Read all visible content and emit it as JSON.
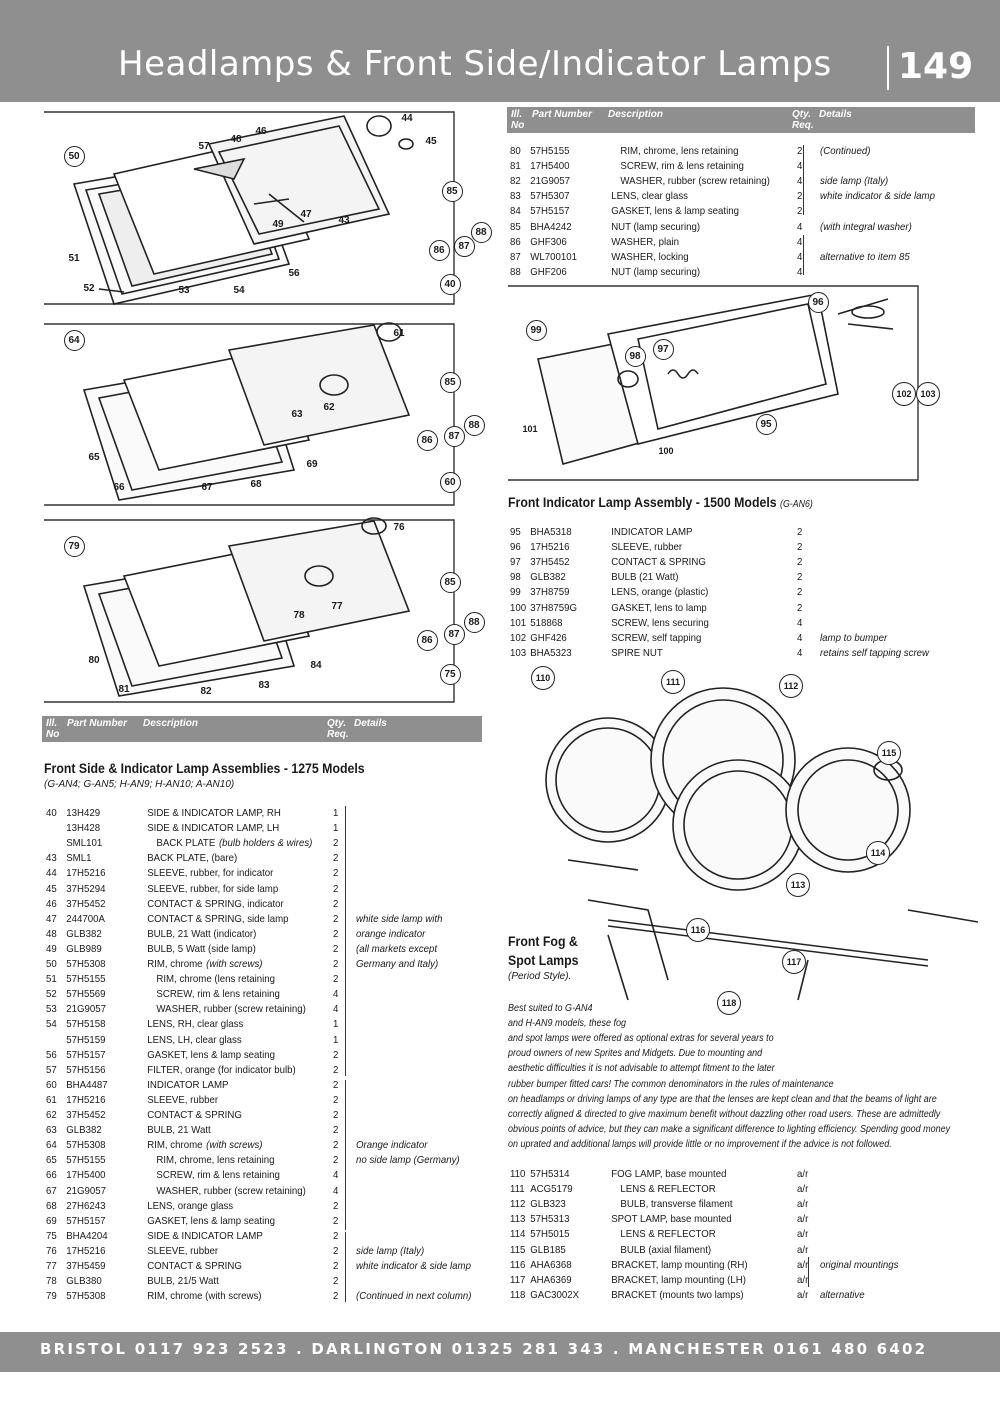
{
  "header": {
    "title": "Headlamps & Front Side/Indicator Lamps",
    "page_number": "149"
  },
  "footer": {
    "text": "BRISTOL 0117 923 2523 . DARLINGTON 01325 281 343 . MANCHESTER 0161 480 6402"
  },
  "table_header": {
    "ill_no": "Ill. No",
    "part_number": "Part Number",
    "description": "Description",
    "qty": "Qty. Req.",
    "details": "Details"
  },
  "diagram1": {
    "callouts": [
      "50",
      "57",
      "48",
      "46",
      "44",
      "45",
      "85",
      "49",
      "47",
      "43",
      "88",
      "87",
      "86",
      "51",
      "56",
      "52",
      "53",
      "54",
      "40"
    ]
  },
  "diagram2": {
    "callouts": [
      "64",
      "61",
      "85",
      "63",
      "62",
      "88",
      "87",
      "86",
      "65",
      "69",
      "66",
      "67",
      "68",
      "60"
    ]
  },
  "diagram3": {
    "callouts": [
      "79",
      "76",
      "85",
      "77",
      "78",
      "88",
      "87",
      "86",
      "80",
      "84",
      "81",
      "82",
      "83",
      "75"
    ]
  },
  "diagram4": {
    "callouts": [
      "96",
      "99",
      "97",
      "98",
      "102",
      "103",
      "101",
      "100",
      "95"
    ]
  },
  "diagram5": {
    "callouts": [
      "110",
      "111",
      "112",
      "115",
      "114",
      "113",
      "116",
      "117",
      "118"
    ]
  },
  "section_1275": {
    "title": "Front Side & Indicator Lamp Assemblies - 1275 Models",
    "subtitle": "(G-AN4; G-AN5; H-AN9; H-AN10; A-AN10)",
    "rows": [
      {
        "no": "40",
        "part": "13H429",
        "desc": "SIDE & INDICATOR LAMP, RH",
        "qty": "1",
        "det": ""
      },
      {
        "no": "",
        "part": "13H428",
        "desc": "SIDE & INDICATOR LAMP, LH",
        "qty": "1",
        "det": ""
      },
      {
        "no": "",
        "part": "SML101",
        "desc": "BACK PLATE",
        "desc_note": "(bulb holders & wires)",
        "qty": "2",
        "det": "",
        "indent": true
      },
      {
        "no": "43",
        "part": "SML1",
        "desc": "BACK PLATE, (bare)",
        "qty": "2",
        "det": ""
      },
      {
        "no": "44",
        "part": "17H5216",
        "desc": "SLEEVE, rubber, for indicator",
        "qty": "2",
        "det": ""
      },
      {
        "no": "45",
        "part": "37H5294",
        "desc": "SLEEVE, rubber, for side lamp",
        "qty": "2",
        "det": ""
      },
      {
        "no": "46",
        "part": "37H5452",
        "desc": "CONTACT & SPRING, indicator",
        "qty": "2",
        "det": ""
      },
      {
        "no": "47",
        "part": "244700A",
        "desc": "CONTACT & SPRING, side lamp",
        "qty": "2",
        "det": "white side lamp with"
      },
      {
        "no": "48",
        "part": "GLB382",
        "desc": "BULB, 21 Watt (indicator)",
        "qty": "2",
        "det": "orange indicator"
      },
      {
        "no": "49",
        "part": "GLB989",
        "desc": "BULB, 5 Watt (side lamp)",
        "qty": "2",
        "det": "(all markets except"
      },
      {
        "no": "50",
        "part": "57H5308",
        "desc": "RIM, chrome",
        "desc_note": "(with screws)",
        "qty": "2",
        "det": "Germany and Italy)"
      },
      {
        "no": "51",
        "part": "57H5155",
        "desc": "RIM, chrome (lens retaining",
        "qty": "2",
        "det": "",
        "indent": true
      },
      {
        "no": "52",
        "part": "57H5569",
        "desc": "SCREW, rim & lens retaining",
        "qty": "4",
        "det": "",
        "indent": true
      },
      {
        "no": "53",
        "part": "21G9057",
        "desc": "WASHER, rubber (screw retaining)",
        "qty": "4",
        "det": "",
        "indent": true
      },
      {
        "no": "54",
        "part": "57H5158",
        "desc": "LENS, RH, clear glass",
        "qty": "1",
        "det": ""
      },
      {
        "no": "",
        "part": "57H5159",
        "desc": "LENS, LH, clear glass",
        "qty": "1",
        "det": ""
      },
      {
        "no": "56",
        "part": "57H5157",
        "desc": "GASKET, lens & lamp seating",
        "qty": "2",
        "det": ""
      },
      {
        "no": "57",
        "part": "57H5156",
        "desc": "FILTER, orange (for indicator bulb)",
        "qty": "2",
        "det": ""
      },
      {
        "no": "60",
        "part": "BHA4487",
        "desc": "INDICATOR LAMP",
        "qty": "2",
        "det": ""
      },
      {
        "no": "61",
        "part": "17H5216",
        "desc": "SLEEVE, rubber",
        "qty": "2",
        "det": ""
      },
      {
        "no": "62",
        "part": "37H5452",
        "desc": "CONTACT & SPRING",
        "qty": "2",
        "det": ""
      },
      {
        "no": "63",
        "part": "GLB382",
        "desc": "BULB, 21 Watt",
        "qty": "2",
        "det": ""
      },
      {
        "no": "64",
        "part": "57H5308",
        "desc": "RIM, chrome",
        "desc_note": "(with screws)",
        "qty": "2",
        "det": "Orange indicator"
      },
      {
        "no": "65",
        "part": "57H5155",
        "desc": "RIM, chrome, lens retaining",
        "qty": "2",
        "det": "no side lamp (Germany)",
        "indent": true
      },
      {
        "no": "66",
        "part": "17H5400",
        "desc": "SCREW, rim & lens retaining",
        "qty": "4",
        "det": "",
        "indent": true
      },
      {
        "no": "67",
        "part": "21G9057",
        "desc": "WASHER, rubber (screw retaining)",
        "qty": "4",
        "det": "",
        "indent": true
      },
      {
        "no": "68",
        "part": "27H6243",
        "desc": "LENS, orange glass",
        "qty": "2",
        "det": ""
      },
      {
        "no": "69",
        "part": "57H5157",
        "desc": "GASKET, lens & lamp seating",
        "qty": "2",
        "det": ""
      },
      {
        "no": "75",
        "part": "BHA4204",
        "desc": "SIDE & INDICATOR LAMP",
        "qty": "2",
        "det": ""
      },
      {
        "no": "76",
        "part": "17H5216",
        "desc": "SLEEVE, rubber",
        "qty": "2",
        "det": "side lamp (Italy)"
      },
      {
        "no": "77",
        "part": "37H5459",
        "desc": "CONTACT & SPRING",
        "qty": "2",
        "det": "white indicator & side lamp"
      },
      {
        "no": "78",
        "part": "GLB380",
        "desc": "BULB, 21/5 Watt",
        "qty": "2",
        "det": ""
      },
      {
        "no": "79",
        "part": "57H5308",
        "desc": "RIM, chrome (with screws)",
        "qty": "2",
        "det": "(Continued in next column)"
      }
    ]
  },
  "section_cont": {
    "rows": [
      {
        "no": "80",
        "part": "57H5155",
        "desc": "RIM, chrome, lens retaining",
        "qty": "2",
        "det": "(Continued)",
        "indent": true
      },
      {
        "no": "81",
        "part": "17H5400",
        "desc": "SCREW, rim & lens retaining",
        "qty": "4",
        "det": "",
        "indent": true
      },
      {
        "no": "82",
        "part": "21G9057",
        "desc": "WASHER, rubber (screw retaining)",
        "qty": "4",
        "det": "side lamp (Italy)",
        "indent": true
      },
      {
        "no": "83",
        "part": "57H5307",
        "desc": "LENS, clear glass",
        "qty": "2",
        "det": "white indicator & side lamp"
      },
      {
        "no": "84",
        "part": "57H5157",
        "desc": "GASKET, lens & lamp seating",
        "qty": "2",
        "det": ""
      },
      {
        "no": "85",
        "part": "BHA4242",
        "desc": "NUT (lamp securing)",
        "qty": "4",
        "det": "(with integral washer)"
      },
      {
        "no": "86",
        "part": "GHF306",
        "desc": "WASHER, plain",
        "qty": "4",
        "det": ""
      },
      {
        "no": "87",
        "part": "WL700101",
        "desc": "WASHER, locking",
        "qty": "4",
        "det": "alternative to item 85"
      },
      {
        "no": "88",
        "part": "GHF206",
        "desc": "NUT (lamp securing)",
        "qty": "4",
        "det": ""
      }
    ]
  },
  "section_1500": {
    "title": "Front Indicator Lamp Assembly - 1500 Models",
    "title_suffix": "(G-AN6)",
    "rows": [
      {
        "no": "95",
        "part": "BHA5318",
        "desc": "INDICATOR LAMP",
        "qty": "2",
        "det": ""
      },
      {
        "no": "96",
        "part": "17H5216",
        "desc": "SLEEVE, rubber",
        "qty": "2",
        "det": ""
      },
      {
        "no": "97",
        "part": "37H5452",
        "desc": "CONTACT & SPRING",
        "qty": "2",
        "det": ""
      },
      {
        "no": "98",
        "part": "GLB382",
        "desc": "BULB (21 Watt)",
        "qty": "2",
        "det": ""
      },
      {
        "no": "99",
        "part": "37H8759",
        "desc": "LENS, orange (plastic)",
        "qty": "2",
        "det": ""
      },
      {
        "no": "100",
        "part": "37H8759G",
        "desc": "GASKET, lens to lamp",
        "qty": "2",
        "det": ""
      },
      {
        "no": "101",
        "part": "518868",
        "desc": "SCREW, lens securing",
        "qty": "4",
        "det": ""
      },
      {
        "no": "102",
        "part": "GHF426",
        "desc": "SCREW, self tapping",
        "qty": "4",
        "det": "lamp to bumper"
      },
      {
        "no": "103",
        "part": "BHA5323",
        "desc": "SPIRE NUT",
        "qty": "4",
        "det": "retains self tapping screw"
      }
    ]
  },
  "section_fog": {
    "title_line1": "Front Fog &",
    "title_line2": "Spot Lamps",
    "subtitle": "(Period Style).",
    "paragraph": [
      "Best suited to G-AN4",
      "and H-AN9 models, these fog",
      "and spot lamps were offered as optional extras for several years to",
      "proud owners of new Sprites and Midgets. Due to mounting and",
      "aesthetic difficulties it is not advisable to attempt fitment to the later",
      "rubber bumper fitted cars! The common denominators in the rules of maintenance",
      "on headlamps or driving lamps of any type are that the lenses are kept clean and that the beams of light are",
      "correctly aligned & directed to give maximum benefit without dazzling other road users. These are admittedly",
      "obvious points of advice, but they can make a significant difference to lighting efficiency. Spending good money",
      "on uprated and additional lamps will provide little or no improvement if the advice is not followed."
    ],
    "rows": [
      {
        "no": "110",
        "part": "57H5314",
        "desc": "FOG LAMP, base mounted",
        "qty": "a/r",
        "det": ""
      },
      {
        "no": "111",
        "part": "ACG5179",
        "desc": "LENS & REFLECTOR",
        "qty": "a/r",
        "det": "",
        "indent": true
      },
      {
        "no": "112",
        "part": "GLB323",
        "desc": "BULB, transverse filament",
        "qty": "a/r",
        "det": "",
        "indent": true
      },
      {
        "no": "113",
        "part": "57H5313",
        "desc": "SPOT LAMP, base mounted",
        "qty": "a/r",
        "det": ""
      },
      {
        "no": "114",
        "part": "57H5015",
        "desc": "LENS & REFLECTOR",
        "qty": "a/r",
        "det": "",
        "indent": true
      },
      {
        "no": "115",
        "part": "GLB185",
        "desc": "BULB (axial filament)",
        "qty": "a/r",
        "det": "",
        "indent": true
      },
      {
        "no": "116",
        "part": "AHA6368",
        "desc": "BRACKET, lamp mounting (RH)",
        "qty": "a/r",
        "det": "original mountings"
      },
      {
        "no": "117",
        "part": "AHA6369",
        "desc": "BRACKET, lamp mounting (LH)",
        "qty": "a/r",
        "det": ""
      },
      {
        "no": "118",
        "part": "GAC3002X",
        "desc": "BRACKET (mounts two lamps)",
        "qty": "a/r",
        "det": "alternative"
      }
    ]
  }
}
